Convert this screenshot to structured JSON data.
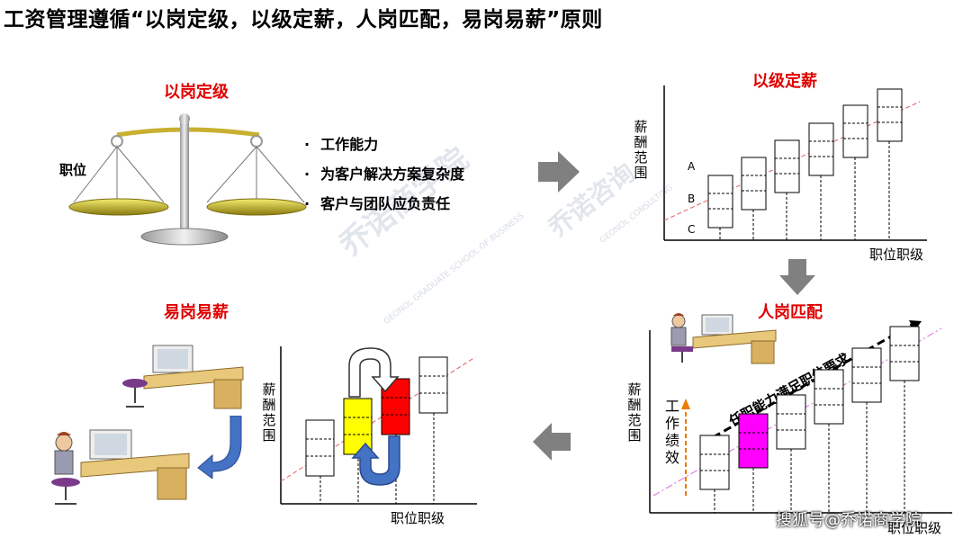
{
  "page_title": "工资管理遵循“以岗定级，以级定薪，人岗匹配，易岗易薪”原则",
  "panel_1": {
    "title": "以岗定级",
    "left_label": "职位",
    "bullets": [
      "工作能力",
      "为客户解决方案复杂度",
      "客户与团队应负责任"
    ]
  },
  "panel_2": {
    "title": "以级定薪",
    "y_label": "薪酬范围",
    "x_label": "职位职级",
    "band_labels": [
      "A",
      "B",
      "C"
    ]
  },
  "panel_3": {
    "title": "人岗匹配",
    "y_label": "薪酬范围",
    "x_label": "职位职级",
    "side_label": "工作绩效",
    "diagonal_label": "任职能力满足职位要求"
  },
  "panel_4": {
    "title": "易岗易薪",
    "y_label": "薪酬范围",
    "x_label": "职位职级"
  },
  "watermark": {
    "brand_cn": "乔诺商学院",
    "brand_en": "GEONOL GRADUATE SCHOOL OF BUSINESS",
    "brand_cn_2": "乔诺咨询",
    "brand_en_2": "GEONOL CONSULTING"
  },
  "footer": "搜狐号@乔诺商学院",
  "colors": {
    "accent_red": "#e00000",
    "arrow_gray": "#808080",
    "magenta": "#ff00ff",
    "yellow": "#ffff00",
    "red": "#ff0000",
    "blue_arrow": "#4472c4"
  }
}
